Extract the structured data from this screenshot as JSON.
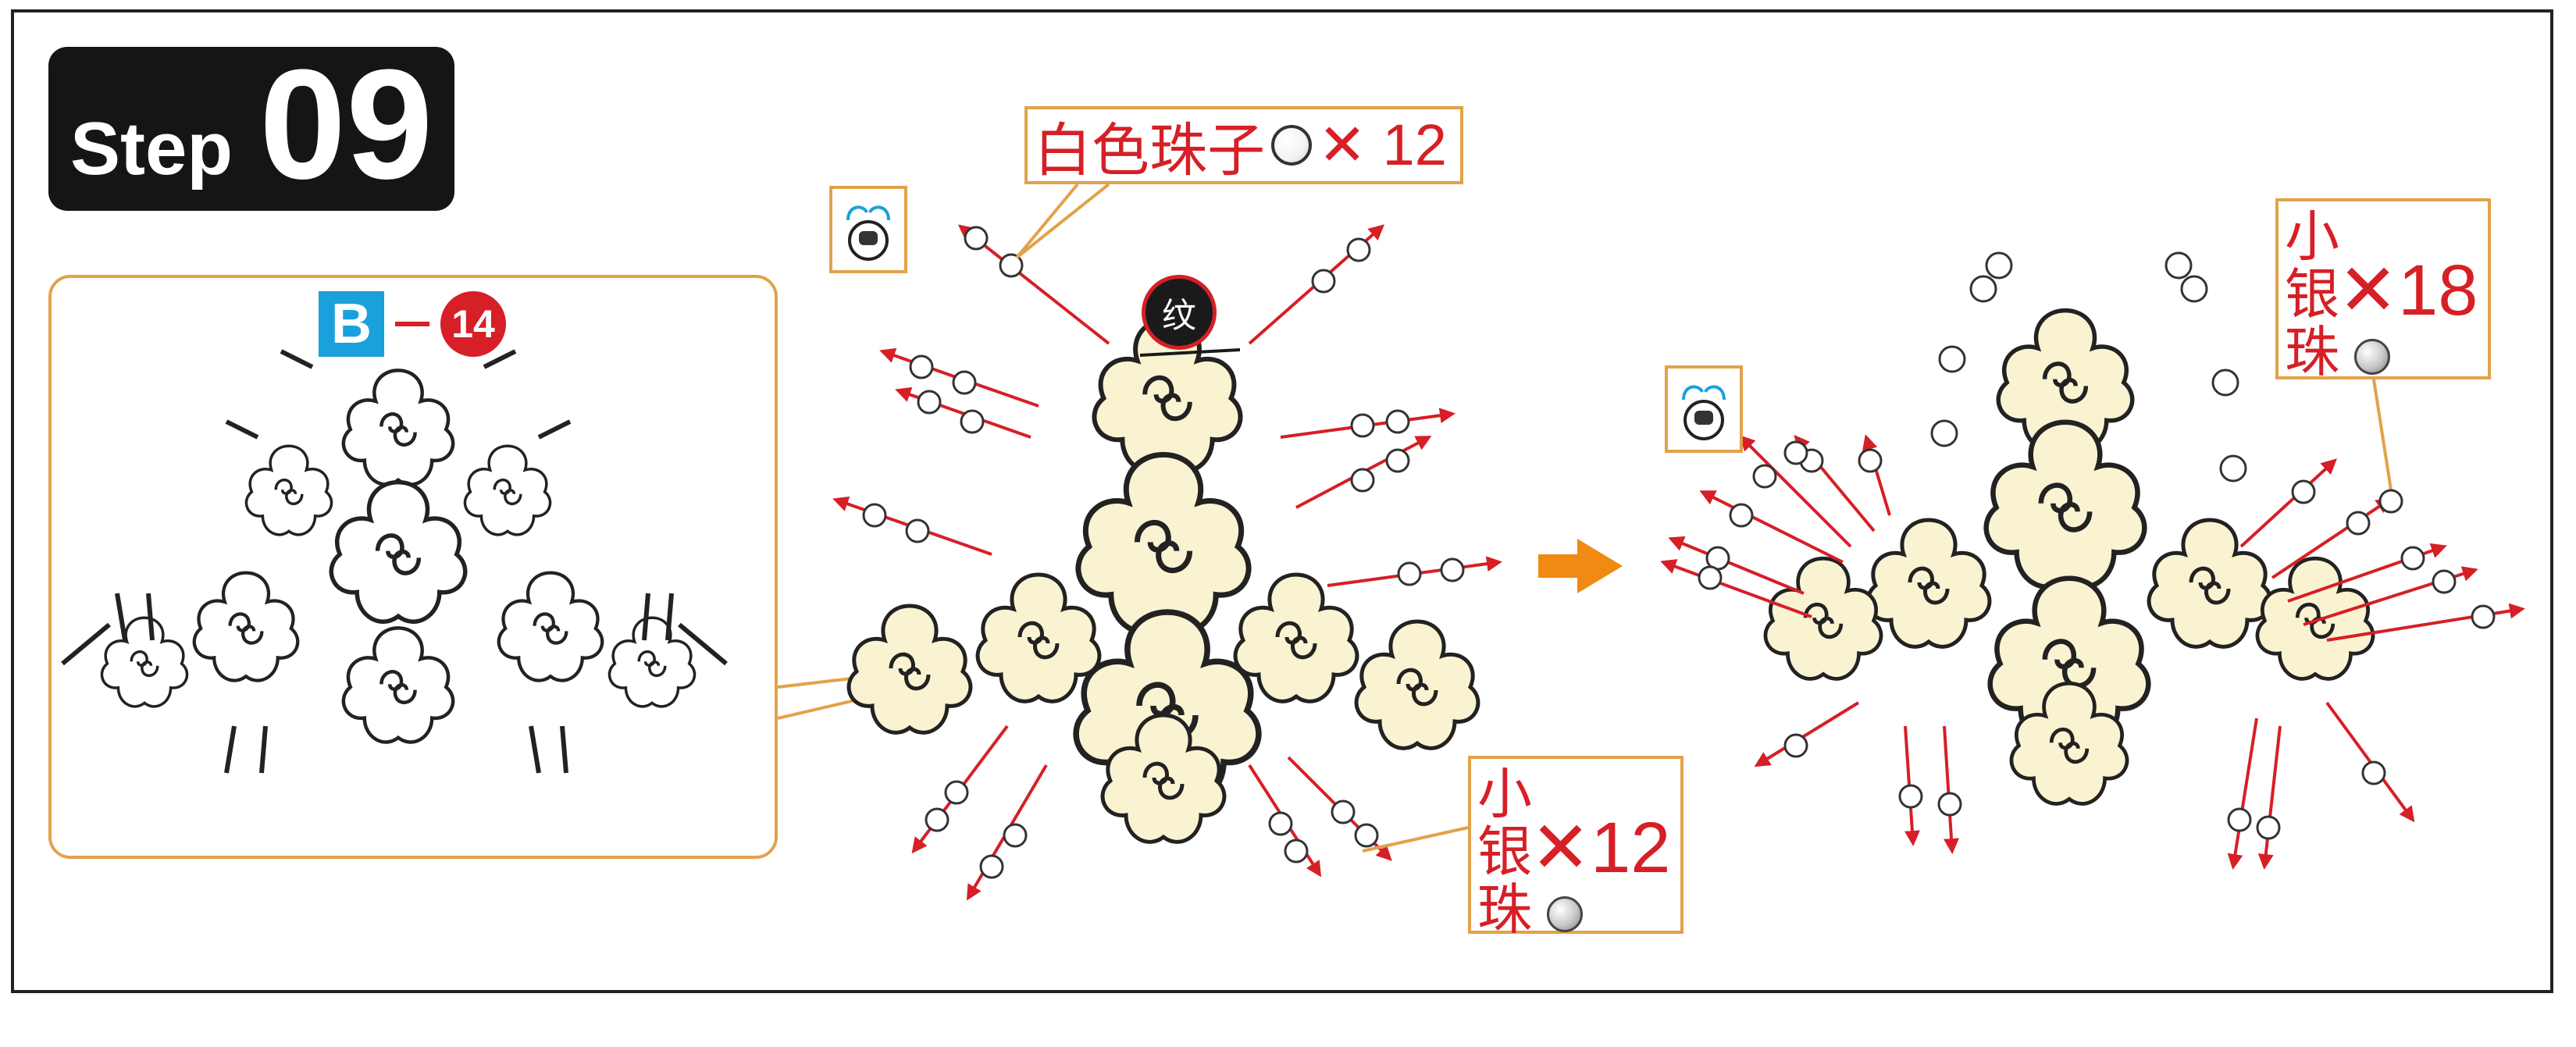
{
  "step": {
    "word": "Step",
    "number": "09"
  },
  "part": {
    "letter": "B",
    "number": "14"
  },
  "callouts": {
    "white_beads": {
      "text": "白色珠子",
      "quantity": "✕ 12"
    },
    "silver_beads_step": {
      "lines": [
        "小",
        "银",
        "珠"
      ],
      "quantity": "✕12"
    },
    "silver_beads_result": {
      "lines": [
        "小",
        "银",
        "珠"
      ],
      "quantity": "✕18"
    }
  },
  "mark": {
    "text": "纹"
  },
  "icons": {
    "bead_insert": "bead-insert-icon",
    "white_bead": "white-bead-icon",
    "silver_bead": "silver-bead-icon",
    "next_arrow": "right-arrow-icon"
  },
  "colors": {
    "accent_orange": "#e2a24a",
    "red": "#d61f26",
    "part_blue": "#1aa1db",
    "fill_cream": "#faf3d2",
    "arrow_orange": "#f08a12"
  }
}
